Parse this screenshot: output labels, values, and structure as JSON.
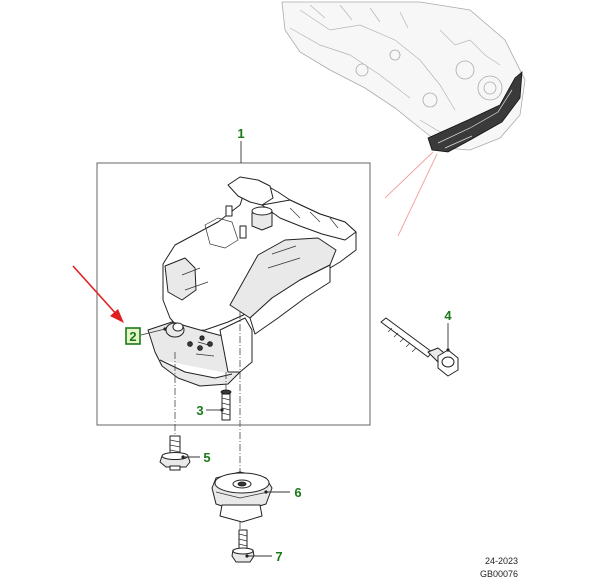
{
  "diagram": {
    "callouts": [
      {
        "id": "1",
        "label": "1",
        "highlighted": false
      },
      {
        "id": "2",
        "label": "2",
        "highlighted": true
      },
      {
        "id": "3",
        "label": "3",
        "highlighted": false
      },
      {
        "id": "4",
        "label": "4",
        "highlighted": false
      },
      {
        "id": "5",
        "label": "5",
        "highlighted": false
      },
      {
        "id": "6",
        "label": "6",
        "highlighted": false
      },
      {
        "id": "7",
        "label": "7",
        "highlighted": false
      }
    ],
    "footer": {
      "date": "24-2023",
      "code": "GB00076"
    },
    "colors": {
      "callout_text": "#1a7a1a",
      "highlight_box": "#1a7a1a",
      "highlight_fill": "#e6f5c8",
      "pointer_arrow": "#e02020",
      "leader_lines": "#333333",
      "context_lines": "#f2a0a0"
    }
  }
}
